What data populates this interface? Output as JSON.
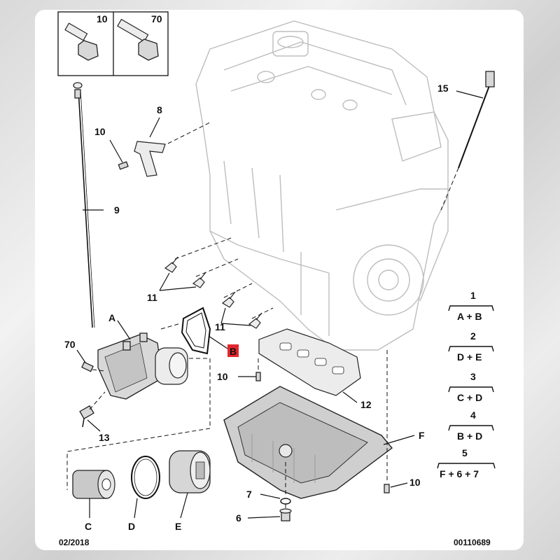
{
  "callouts": {
    "box_left": "10",
    "box_right": "70",
    "part_15": "15",
    "part_8": "8",
    "part_10_bracket": "10",
    "part_9": "9",
    "part_11_upper": "11",
    "part_11_lower": "11",
    "part_A": "A",
    "part_B": "B",
    "part_70": "70",
    "part_10_sump_bolt": "10",
    "part_12": "12",
    "part_13": "13",
    "part_F": "F",
    "part_10_pan": "10",
    "part_7": "7",
    "part_6": "6",
    "part_C": "C",
    "part_D": "D",
    "part_E": "E"
  },
  "legend": [
    {
      "num": "1",
      "formula": "A + B"
    },
    {
      "num": "2",
      "formula": "D + E"
    },
    {
      "num": "3",
      "formula": "C + D"
    },
    {
      "num": "4",
      "formula": "B + D"
    },
    {
      "num": "5",
      "formula": "F + 6 + 7"
    }
  ],
  "footer": {
    "date": "02/2018",
    "ref": "00110689"
  },
  "colors": {
    "highlight_B": "#e3262d",
    "engine_outline": "#bdbdbd"
  }
}
